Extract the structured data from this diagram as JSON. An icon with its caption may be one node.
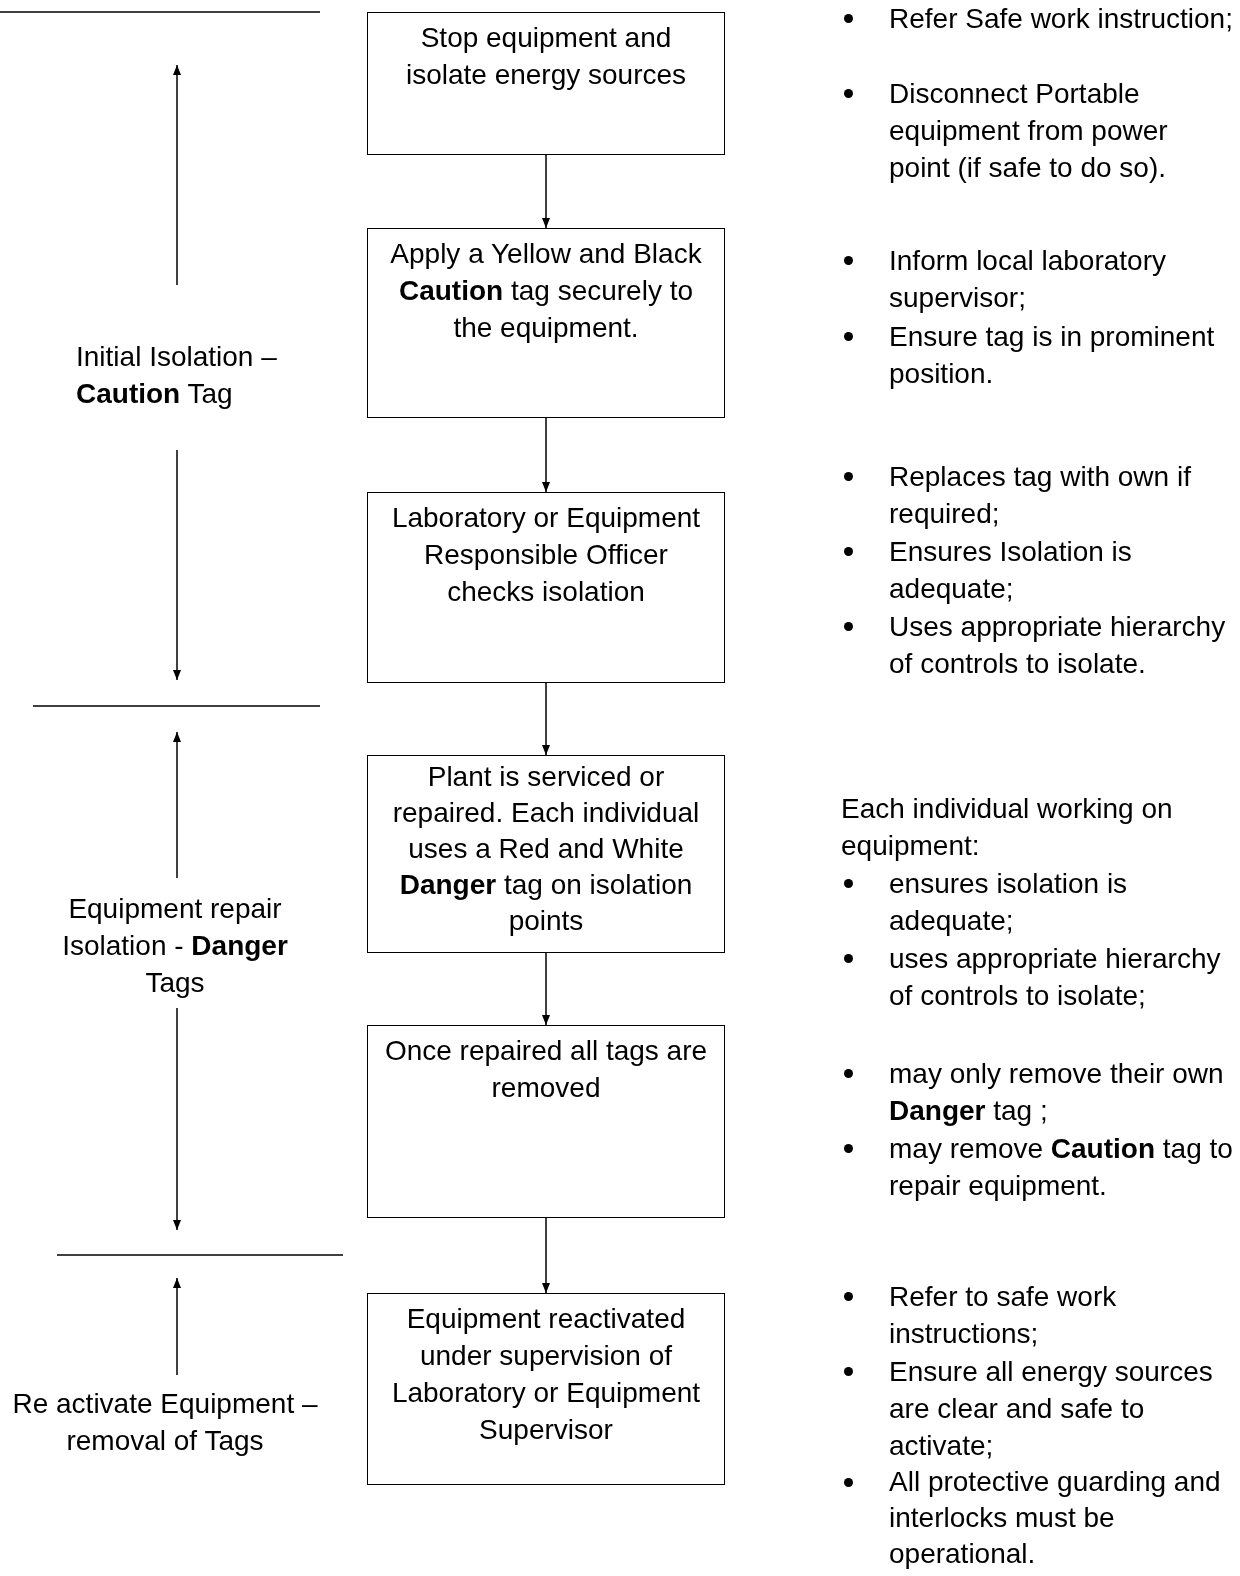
{
  "diagram": {
    "nodes": [
      {
        "text": [
          "Stop equipment and isolate energy sources"
        ]
      },
      {
        "text": [
          "Apply a Yellow and Black **Caution** tag securely to the equipment."
        ]
      },
      {
        "text": [
          "Laboratory or Equipment Responsible Officer checks isolation"
        ]
      },
      {
        "text": [
          "Plant is serviced or repaired.  Each individual uses a Red and White **Danger** tag on isolation points"
        ]
      },
      {
        "text": [
          "Once repaired all tags are removed"
        ]
      },
      {
        "text": [
          "Equipment reactivated under supervision of Laboratory or Equipment Supervisor"
        ]
      }
    ],
    "edges": [
      {
        "from": 0,
        "to": 1,
        "arrow": "to"
      },
      {
        "from": 1,
        "to": 2,
        "arrow": "to"
      },
      {
        "from": 2,
        "to": 3,
        "arrow": "to"
      },
      {
        "from": 3,
        "to": 4,
        "arrow": "to"
      },
      {
        "from": 4,
        "to": 5,
        "arrow": "to"
      }
    ],
    "labels": [
      "Initial Isolation – **Caution** Tag",
      "Equipment repair Isolation - **Danger** Tags",
      "Re activate Equipment – removal of Tags",
      "Refer Safe work instruction;",
      "Disconnect Portable equipment from power point (if safe to do so).",
      "Inform local laboratory supervisor;",
      "Ensure tag is in prominent position.",
      "Replaces tag with own if required;",
      "Ensures Isolation is adequate;",
      "Uses appropriate hierarchy of controls to isolate.",
      "Each individual working on equipment:",
      "ensures isolation is adequate;",
      "uses appropriate hierarchy of controls to isolate;",
      "may only remove their own **Danger** tag ;",
      "may remove **Caution** tag to repair equipment.",
      "Refer to safe work instructions;",
      "Ensure all energy sources are clear and safe to activate;",
      "All protective guarding and interlocks must be operational."
    ]
  }
}
